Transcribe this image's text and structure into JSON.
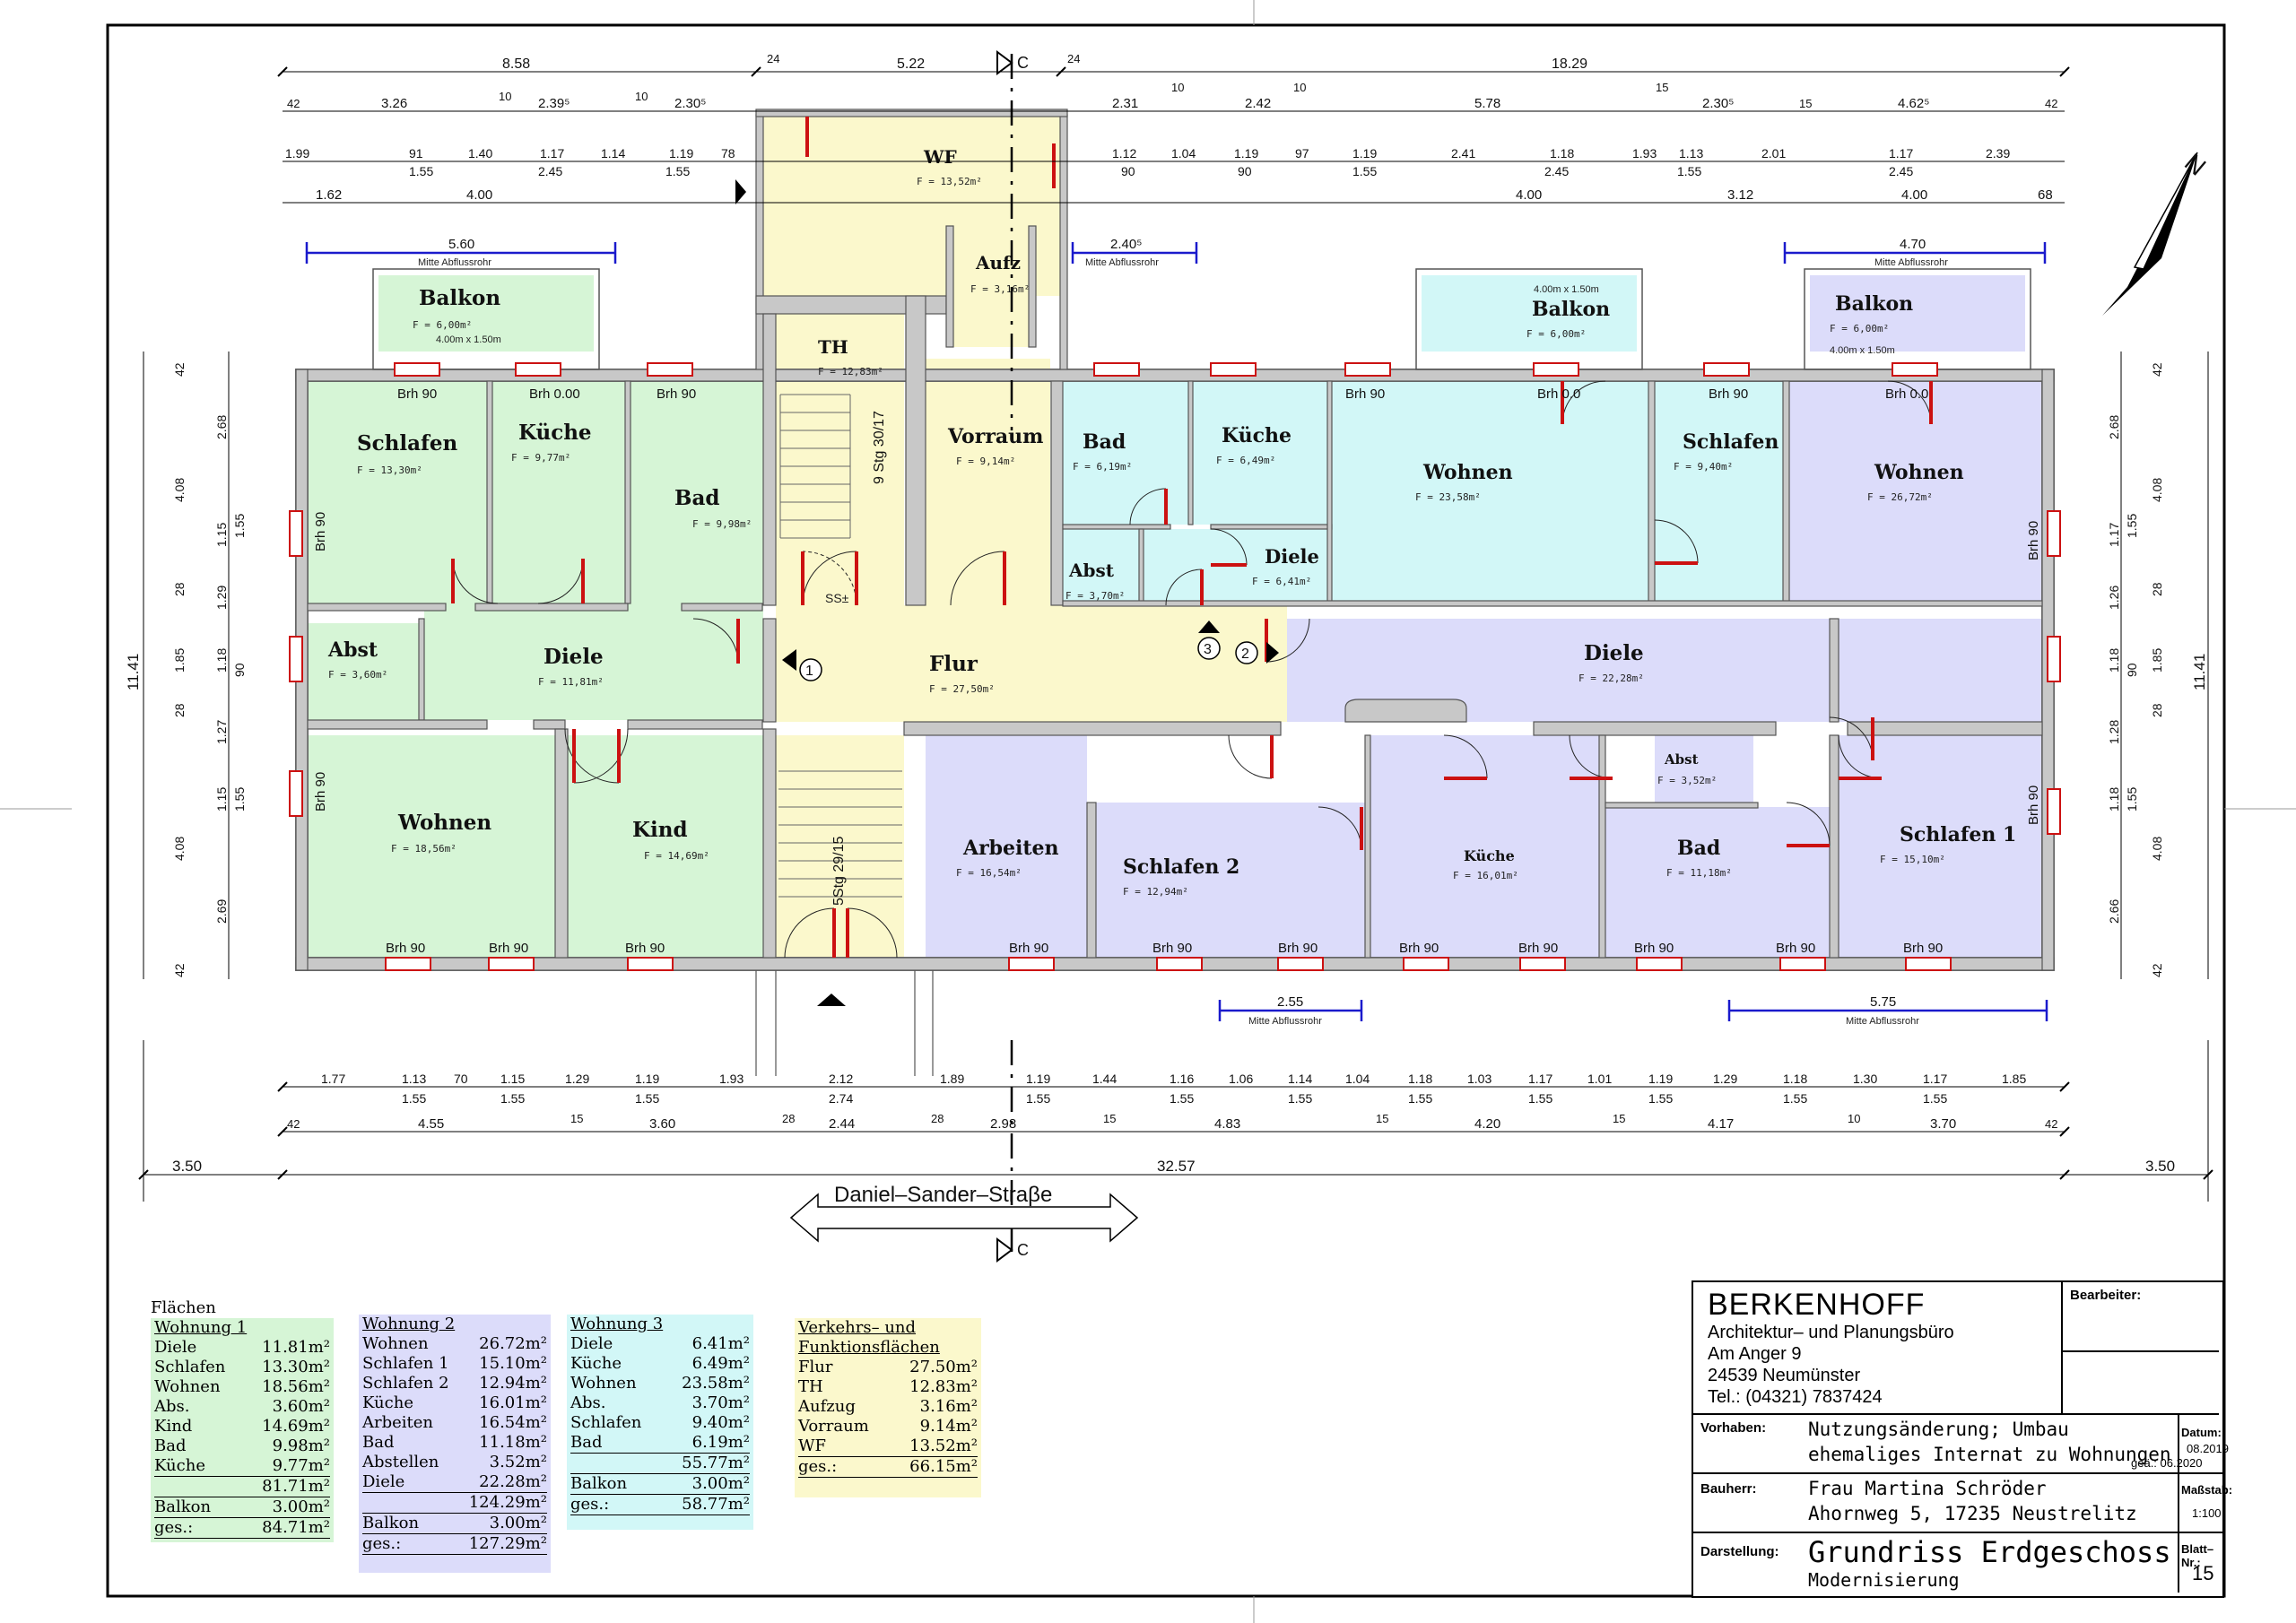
{
  "street": "Daniel–Sander–Straβe",
  "north_arrow": "N",
  "section_marker": "C",
  "colors": {
    "w1": "#d6f5d6",
    "w2": "#dcdcfa",
    "w3": "#d2f7f7",
    "traffic": "#fbf8cc",
    "wall": "#c8c8c8",
    "door": "#cc1111"
  },
  "rooms": {
    "schlafen_w1": {
      "name": "Schlafen",
      "area": "F = 13,30m²"
    },
    "kueche_w1": {
      "name": "Küche",
      "area": "F = 9,77m²"
    },
    "bad_w1": {
      "name": "Bad",
      "area": "F = 9,98m²"
    },
    "abst_w1": {
      "name": "Abst",
      "area": "F = 3,60m²"
    },
    "diele_w1": {
      "name": "Diele",
      "area": "F = 11,81m²"
    },
    "wohnen_w1": {
      "name": "Wohnen",
      "area": "F = 18,56m²"
    },
    "kind_w1": {
      "name": "Kind",
      "area": "F = 14,69m²"
    },
    "balkon_w1": {
      "name": "Balkon",
      "area": "F = 6,00m²",
      "size": "4.00m x 1.50m"
    },
    "wf": {
      "name": "WF",
      "area": "F = 13,52m²"
    },
    "aufz": {
      "name": "Aufz",
      "area": "F = 3,16m²"
    },
    "th": {
      "name": "TH",
      "area": "F = 12,83m²"
    },
    "vorraum": {
      "name": "Vorraum",
      "area": "F = 9,14m²"
    },
    "flur": {
      "name": "Flur",
      "area": "F = 27,50m²"
    },
    "bad_w3": {
      "name": "Bad",
      "area": "F = 6,19m²"
    },
    "kueche_w3": {
      "name": "Küche",
      "area": "F = 6,49m²"
    },
    "wohnen_w3": {
      "name": "Wohnen",
      "area": "F = 23,58m²"
    },
    "schlafen_w3": {
      "name": "Schlafen",
      "area": "F = 9,40m²"
    },
    "abst_w3": {
      "name": "Abst",
      "area": "F = 3,70m²"
    },
    "diele_w3": {
      "name": "Diele",
      "area": "F = 6,41m²"
    },
    "balkon_w3": {
      "name": "Balkon",
      "area": "F = 6,00m²",
      "size": "4.00m x 1.50m"
    },
    "wohnen_w2": {
      "name": "Wohnen",
      "area": "F = 26,72m²"
    },
    "balkon_w2": {
      "name": "Balkon",
      "area": "F = 6,00m²",
      "size": "4.00m x 1.50m"
    },
    "diele_w2": {
      "name": "Diele",
      "area": "F = 22,28m²"
    },
    "arbeiten": {
      "name": "Arbeiten",
      "area": "F = 16,54m²"
    },
    "schlafen2": {
      "name": "Schlafen 2",
      "area": "F = 12,94m²"
    },
    "kueche_w2": {
      "name": "Küche",
      "area": "F = 16,01m²"
    },
    "abst_w2": {
      "name": "Abst",
      "area": "F = 3,52m²"
    },
    "bad_w2": {
      "name": "Bad",
      "area": "F = 11,18m²"
    },
    "schlafen1": {
      "name": "Schlafen 1",
      "area": "F = 15,10m²"
    }
  },
  "stair": {
    "top": "9 Stg 30/17",
    "bottom": "5Stg 29/15",
    "level": "SS±"
  },
  "brh": {
    "b90": "Brh 90",
    "b000": "Brh 0.00",
    "b00": "Brh 0.0"
  },
  "abfluss": {
    "label": "Mitte Abflussrohr",
    "a1": "5.60",
    "a2": "2.40⁵",
    "a3": "4.70",
    "a4": "2.55",
    "a5": "5.75"
  },
  "markers": {
    "m1": "1",
    "m2": "2",
    "m3": "3"
  },
  "dims_top": {
    "r1": [
      "8.58",
      "24",
      "5.22",
      "24",
      "18.29"
    ],
    "r2": [
      "42",
      "3.26",
      "10",
      "2.39⁵",
      "10",
      "2.30⁵",
      "2.31",
      "10",
      "2.42",
      "10",
      "5.78",
      "15",
      "2.30⁵",
      "15",
      "4.62⁵",
      "42"
    ],
    "r3": [
      "1.99",
      "91",
      "1.40",
      "1.17",
      "1.14",
      "1.19",
      "78",
      "1.12",
      "1.04",
      "1.19",
      "97",
      "1.19",
      "2.41",
      "1.18",
      "1.93",
      "1.13",
      "2.01",
      "1.17",
      "2.39"
    ],
    "r3b": [
      "1.55",
      "2.45",
      "1.55",
      "90",
      "90",
      "1.55",
      "2.45",
      "1.55",
      "2.45"
    ],
    "r4": [
      "1.62",
      "4.00",
      "4.00",
      "3.12",
      "4.00",
      "68"
    ]
  },
  "dims_bottom": {
    "r1": [
      "1.77",
      "1.13",
      "70",
      "1.15",
      "1.29",
      "1.19",
      "1.93",
      "2.12",
      "1.89",
      "1.19",
      "1.44",
      "1.16",
      "1.06",
      "1.14",
      "1.04",
      "1.18",
      "1.03",
      "1.17",
      "1.01",
      "1.19",
      "1.29",
      "1.18",
      "1.30",
      "1.17",
      "1.85"
    ],
    "r1b": [
      "1.55",
      "1.55",
      "1.55",
      "2.74",
      "1.55",
      "1.55",
      "1.55",
      "1.55",
      "1.55",
      "1.55",
      "1.55",
      "1.55"
    ],
    "r2": [
      "42",
      "4.55",
      "15",
      "3.60",
      "28",
      "2.44",
      "28",
      "2.98",
      "15",
      "4.83",
      "15",
      "4.20",
      "15",
      "4.17",
      "10",
      "3.70",
      "42"
    ],
    "r3": [
      "3.50",
      "32.57",
      "3.50"
    ]
  },
  "dims_side": {
    "left_total": "11.41",
    "right_total": "11.41",
    "left": [
      "42",
      "2.68",
      "4.08",
      "1.15",
      "1.55",
      "28",
      "1.29",
      "1.18",
      "1.85",
      "90",
      "28",
      "1.27",
      "1.15",
      "1.55",
      "4.08",
      "2.69",
      "42"
    ],
    "right": [
      "42",
      "2.68",
      "4.08",
      "1.17",
      "1.55",
      "28",
      "1.26",
      "1.18",
      "1.85",
      "90",
      "28",
      "1.28",
      "1.18",
      "1.55",
      "4.08",
      "2.66",
      "42"
    ]
  },
  "legend": {
    "title": "Flächen",
    "w1": {
      "head": "Wohnung 1",
      "rows": [
        [
          "Diele",
          "11.81m²"
        ],
        [
          "Schlafen",
          "13.30m²"
        ],
        [
          "Wohnen",
          "18.56m²"
        ],
        [
          "Abs.",
          "3.60m²"
        ],
        [
          "Kind",
          "14.69m²"
        ],
        [
          "Bad",
          "9.98m²"
        ],
        [
          "Küche",
          "9.77m²"
        ]
      ],
      "sum": "81.71m²",
      "balkon": [
        "Balkon",
        "3.00m²"
      ],
      "ges": [
        "ges.:",
        "84.71m²"
      ]
    },
    "w2": {
      "head": "Wohnung 2",
      "rows": [
        [
          "Wohnen",
          "26.72m²"
        ],
        [
          "Schlafen 1",
          "15.10m²"
        ],
        [
          "Schlafen 2",
          "12.94m²"
        ],
        [
          "Küche",
          "16.01m²"
        ],
        [
          "Arbeiten",
          "16.54m²"
        ],
        [
          "Bad",
          "11.18m²"
        ],
        [
          "Abstellen",
          "3.52m²"
        ],
        [
          "Diele",
          "22.28m²"
        ]
      ],
      "sum": "124.29m²",
      "balkon": [
        "Balkon",
        "3.00m²"
      ],
      "ges": [
        "ges.:",
        "127.29m²"
      ]
    },
    "w3": {
      "head": "Wohnung 3",
      "rows": [
        [
          "Diele",
          "6.41m²"
        ],
        [
          "Küche",
          "6.49m²"
        ],
        [
          "Wohnen",
          "23.58m²"
        ],
        [
          "Abs.",
          "3.70m²"
        ],
        [
          "Schlafen",
          "9.40m²"
        ],
        [
          "Bad",
          "6.19m²"
        ]
      ],
      "sum": "55.77m²",
      "balkon": [
        "Balkon",
        "3.00m²"
      ],
      "ges": [
        "ges.:",
        "58.77m²"
      ]
    },
    "vf": {
      "head1": "Verkehrs– und",
      "head2": "Funktionsflächen",
      "rows": [
        [
          "Flur",
          "27.50m²"
        ],
        [
          "TH",
          "12.83m²"
        ],
        [
          "Aufzug",
          "3.16m²"
        ],
        [
          "Vorraum",
          "9.14m²"
        ],
        [
          "WF",
          "13.52m²"
        ]
      ],
      "ges": [
        "ges.:",
        "66.15m²"
      ]
    }
  },
  "titleblock": {
    "firm": "BERKENHOFF",
    "firm_sub": "Architektur– und Planungsbüro",
    "street": "Am Anger 9",
    "city": "24539 Neumünster",
    "tel": "Tel.: (04321) 7837424",
    "bearbeiter_label": "Bearbeiter:",
    "vorhaben_label": "Vorhaben:",
    "vorhaben_1": "Nutzungsänderung; Umbau",
    "vorhaben_2": "ehemaliges Internat zu Wohnungen",
    "datum_label": "Datum:",
    "datum_1": "08.2019",
    "datum_2": "geä.: 06.2020",
    "bauherr_label": "Bauherr:",
    "bauherr_1": "Frau Martina Schröder",
    "bauherr_2": "Ahornweg 5, 17235 Neustrelitz",
    "massstab_label": "Maßstab:",
    "massstab": "1:100",
    "darstellung_label": "Darstellung:",
    "darstellung_1": "Grundriss Erdgeschoss",
    "darstellung_2": "Modernisierung",
    "blatt_label": "Blatt–Nr.:",
    "blatt": "15"
  }
}
